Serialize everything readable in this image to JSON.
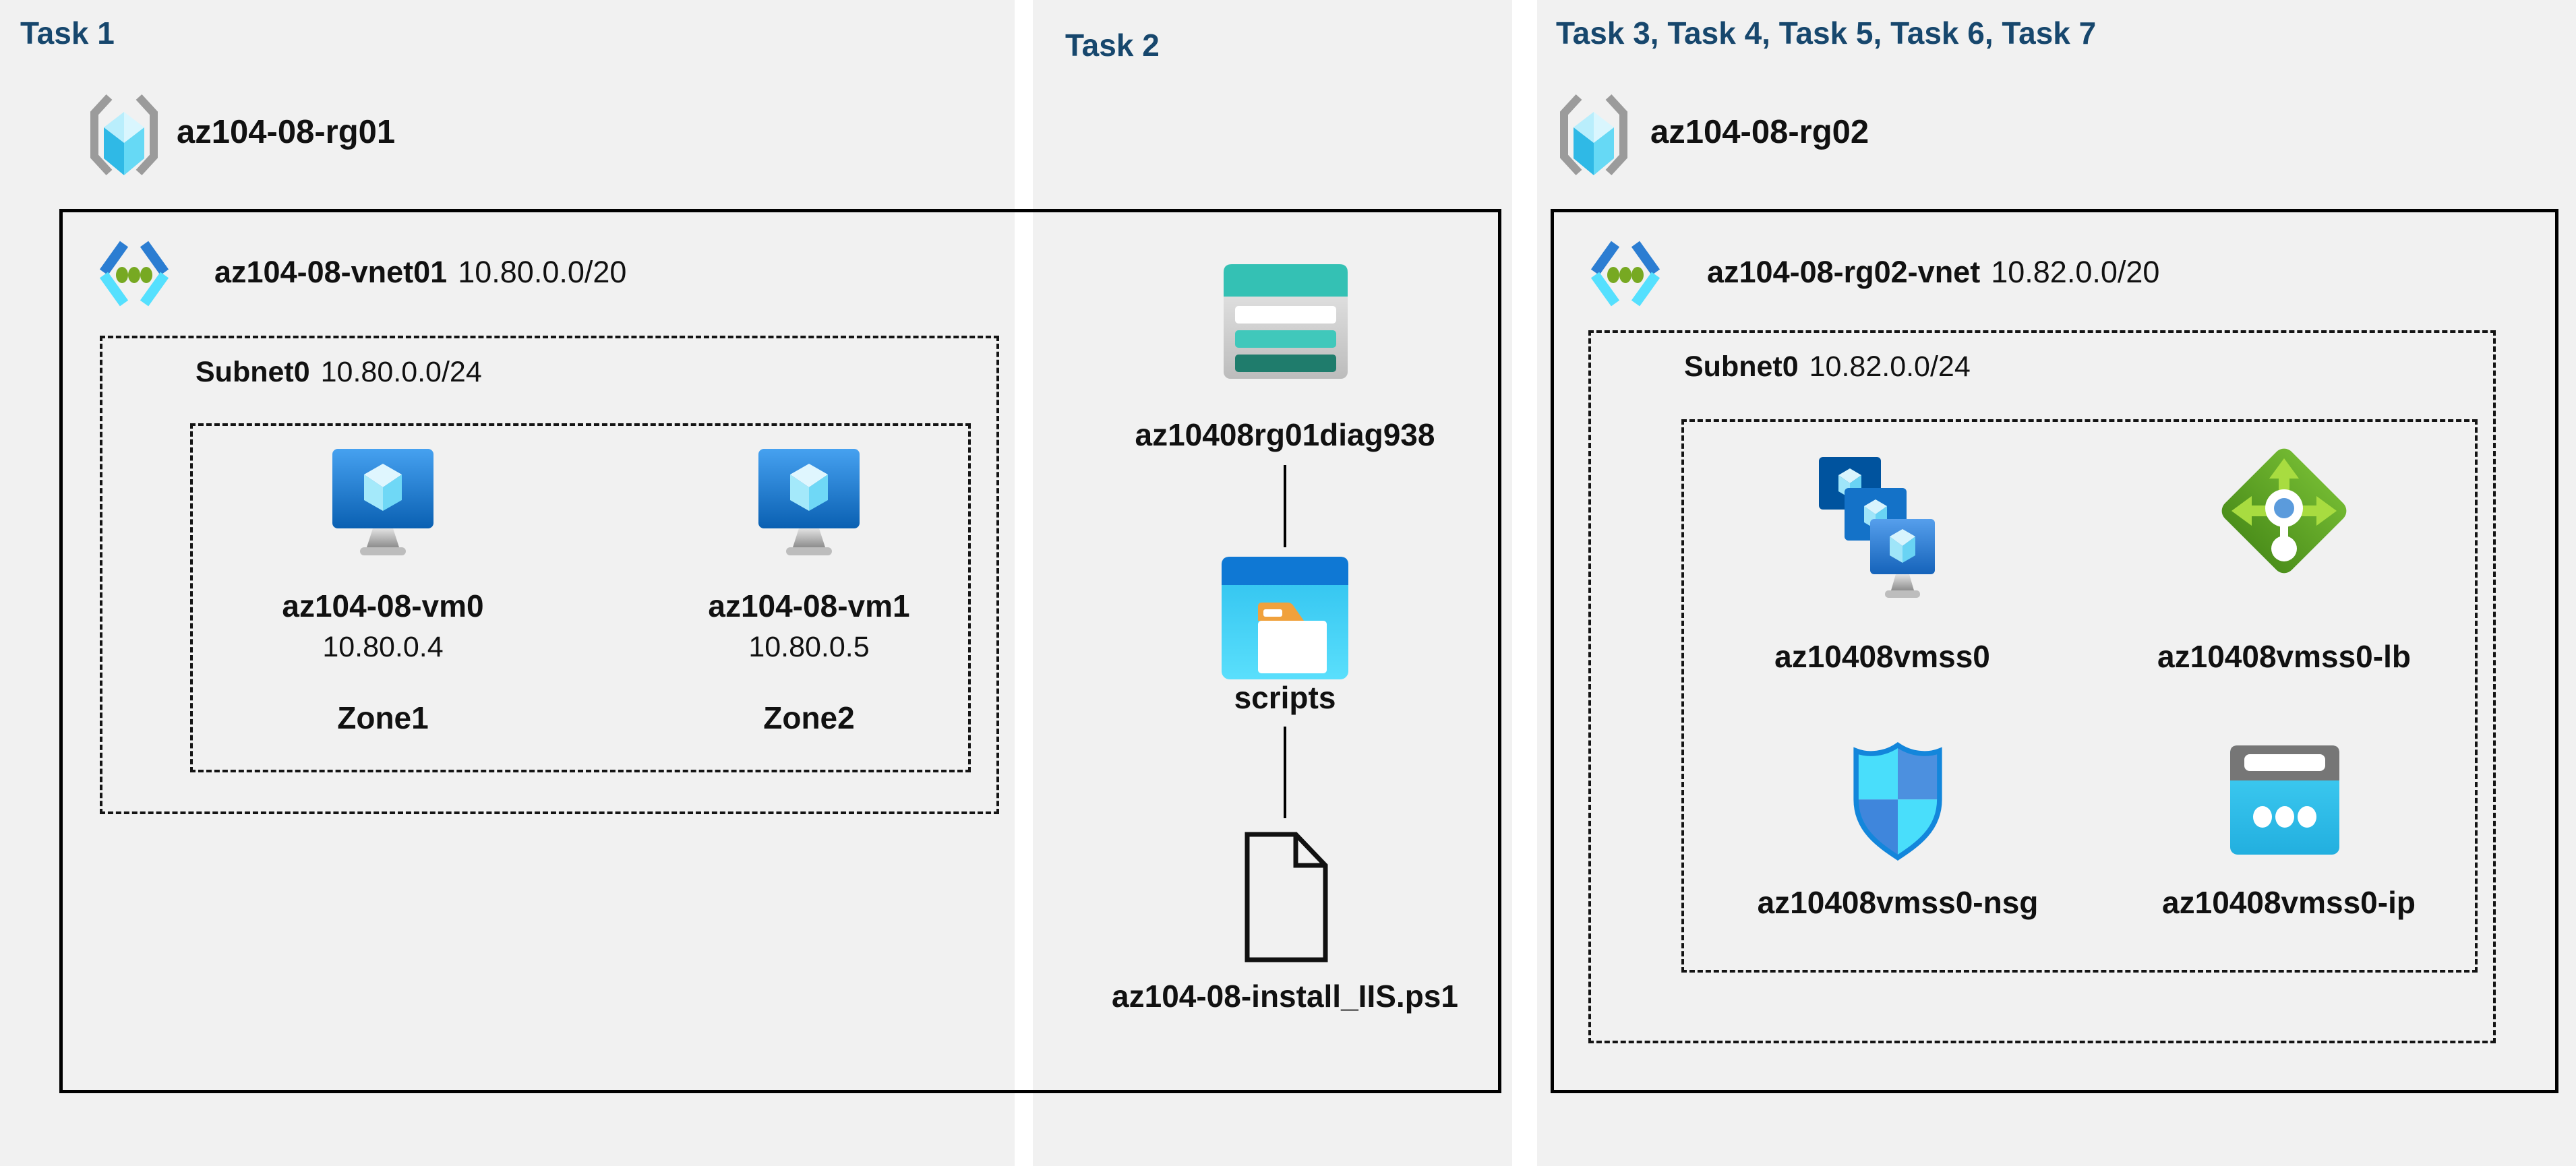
{
  "colors": {
    "task_title": "#17476D",
    "panel_background": "#F1F1F1",
    "box_border": "#000000",
    "vm_monitor_blue": "#1B76CE",
    "storage_teal": "#34C1B4",
    "load_balancer_green": "#5EA321",
    "nsg_blue": "#1386DB",
    "public_ip_cyan": "#2FBfEC"
  },
  "task1": {
    "title": "Task 1",
    "resource_group": "az104-08-rg01",
    "vnet": {
      "name": "az104-08-vnet01",
      "cidr": "10.80.0.0/20"
    },
    "subnet": {
      "name": "Subnet0",
      "cidr": "10.80.0.0/24"
    },
    "vms": [
      {
        "name": "az104-08-vm0",
        "ip": "10.80.0.4",
        "zone": "Zone1"
      },
      {
        "name": "az104-08-vm1",
        "ip": "10.80.0.5",
        "zone": "Zone2"
      }
    ]
  },
  "task2": {
    "title": "Task 2",
    "storage_account": "az10408rg01diag938",
    "container": "scripts",
    "script_file": "az104-08-install_IIS.ps1"
  },
  "task3": {
    "title": "Task 3, Task 4, Task 5, Task 6, Task 7",
    "resource_group": "az104-08-rg02",
    "vnet": {
      "name": "az104-08-rg02-vnet",
      "cidr": "10.82.0.0/20"
    },
    "subnet": {
      "name": "Subnet0",
      "cidr": "10.82.0.0/24"
    },
    "resources": [
      {
        "name": "az10408vmss0",
        "type": "virtual-machine-scale-set"
      },
      {
        "name": "az10408vmss0-lb",
        "type": "load-balancer"
      },
      {
        "name": "az10408vmss0-nsg",
        "type": "network-security-group"
      },
      {
        "name": "az10408vmss0-ip",
        "type": "public-ip-address"
      }
    ]
  }
}
